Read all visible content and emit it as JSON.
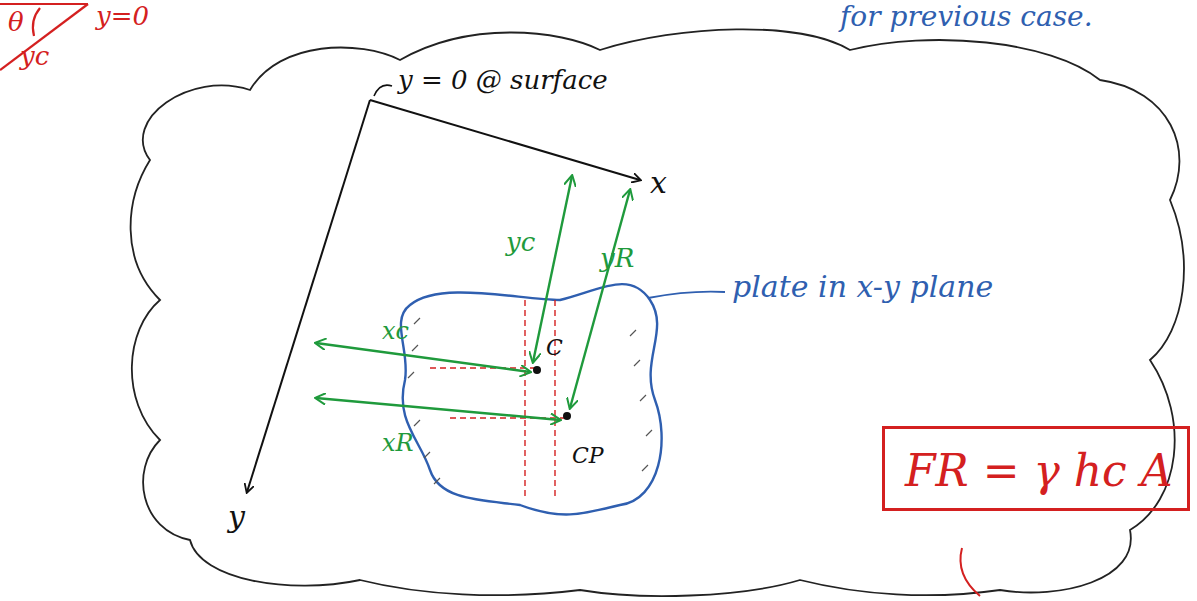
{
  "diagram": {
    "nodes": [
      {
        "text": [
          "FR = γ hc A"
        ]
      }
    ],
    "labels": [
      "θ",
      "y=0",
      "yc",
      "for previous case.",
      "y = 0 @ surface",
      "x",
      "y",
      "yc",
      "yR",
      "xc",
      "xR",
      "C",
      "CP",
      "plate in x-y plane"
    ]
  }
}
